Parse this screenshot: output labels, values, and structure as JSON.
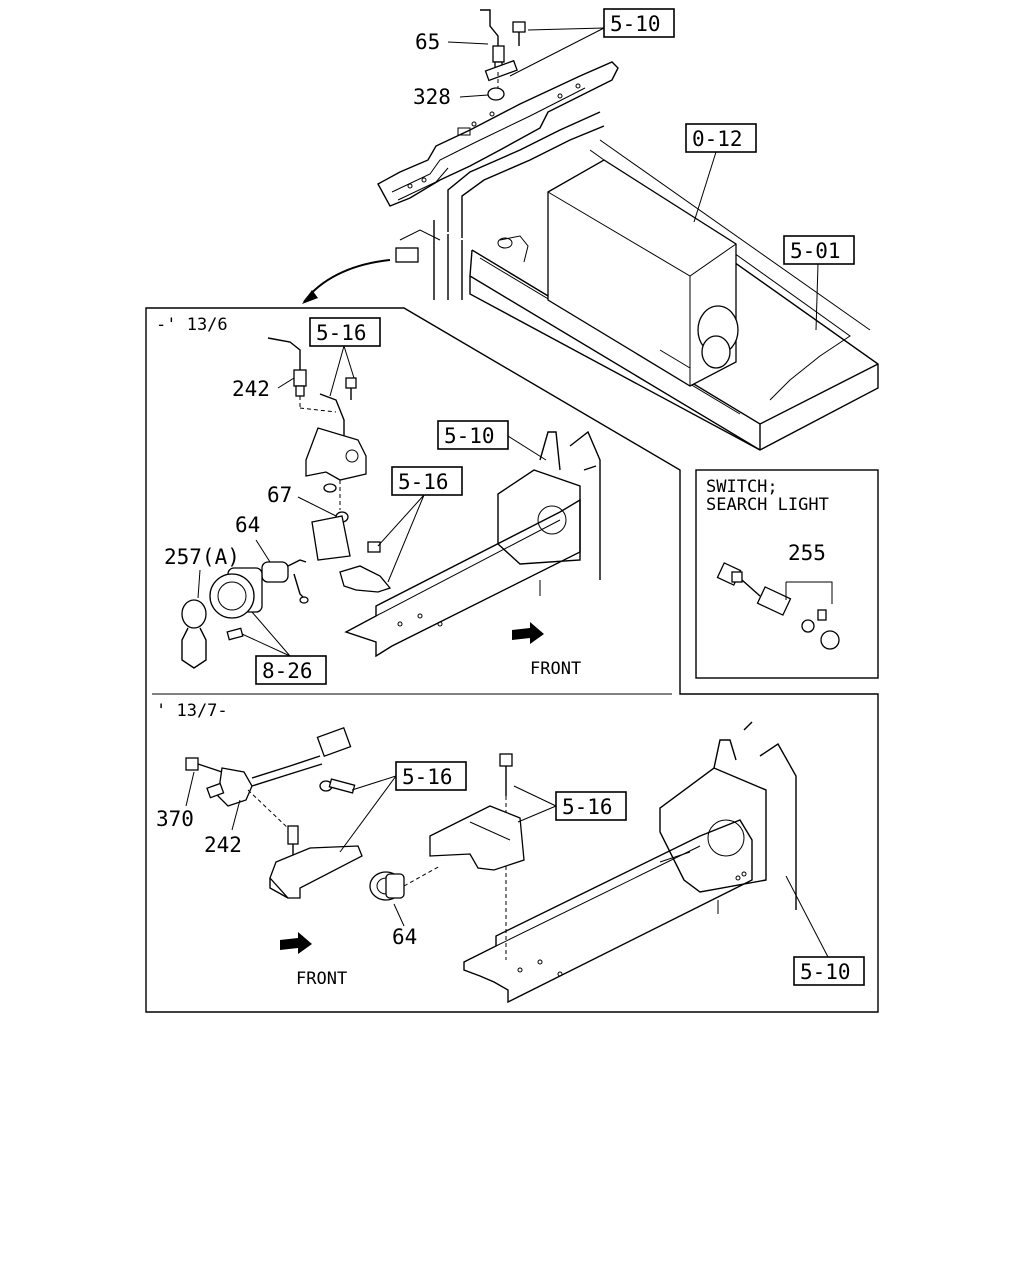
{
  "callouts": {
    "top": {
      "ref_5_10_top": "5-10",
      "part_65": "65",
      "part_328": "328",
      "ref_0_12": "0-12",
      "ref_5_01": "5-01"
    },
    "early": {
      "period": "-' 13/6",
      "ref_5_16_a": "5-16",
      "part_242": "242",
      "ref_5_10": "5-10",
      "ref_5_16_b": "5-16",
      "part_67": "67",
      "part_64": "64",
      "part_257a": "257(A)",
      "ref_8_26": "8-26",
      "front": "FRONT"
    },
    "switch": {
      "title_line1": "SWITCH;",
      "title_line2": "SEARCH LIGHT",
      "part_255": "255"
    },
    "late": {
      "period": "' 13/7-",
      "ref_5_16_a": "5-16",
      "ref_5_16_b": "5-16",
      "part_370": "370",
      "part_242": "242",
      "part_64": "64",
      "front": "FRONT",
      "ref_5_10": "5-10"
    }
  }
}
